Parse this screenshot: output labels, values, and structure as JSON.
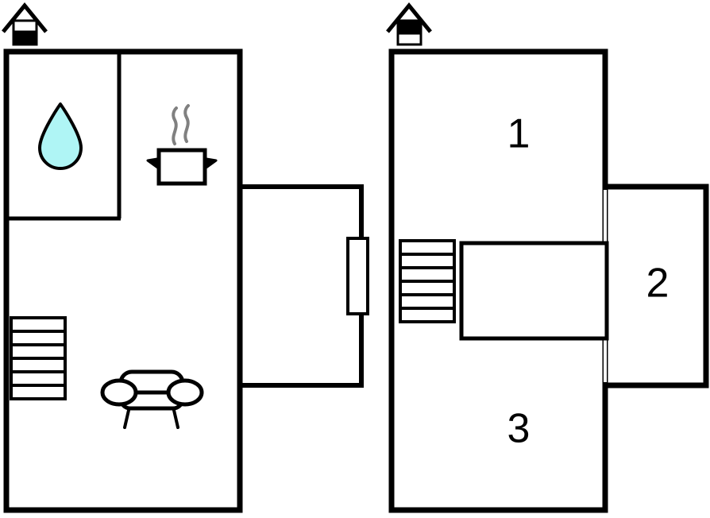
{
  "document": {
    "type": "floor-plan",
    "title": "Two-storey holiday home floor plan",
    "sheet_width": 894,
    "sheet_height": 652,
    "background_color": "#ffffff",
    "wall_color": "#000000",
    "steam_color": "#808080",
    "water_drop_color": "#AFF5F5"
  },
  "floors": [
    {
      "id": "ground-floor",
      "name": "Ground floor",
      "level_icon": {
        "name": "house-level-icon-lower",
        "description": "house outline with lower half filled black",
        "filled_half": "bottom"
      },
      "rooms": [
        {
          "id": "bathroom",
          "label": "",
          "icon": "water-drop-icon",
          "icon_meaning": "bathroom"
        },
        {
          "id": "kitchen",
          "label": "",
          "icon": "cooking-pot-icon",
          "icon_meaning": "kitchen"
        },
        {
          "id": "living-room",
          "label": "",
          "icon": "sofa-icon",
          "icon_meaning": "living room"
        },
        {
          "id": "terrace",
          "label": "",
          "icon": "door-icon",
          "icon_meaning": "terrace with entrance door"
        }
      ],
      "features": [
        {
          "name": "staircase",
          "steps": 6
        },
        {
          "name": "entrance-door",
          "count": 1
        }
      ]
    },
    {
      "id": "upper-floor",
      "name": "Upper floor",
      "level_icon": {
        "name": "house-level-icon-upper",
        "description": "house outline with upper half filled black",
        "filled_half": "top"
      },
      "rooms": [
        {
          "id": "room-1",
          "label": "1"
        },
        {
          "id": "room-2",
          "label": "2"
        },
        {
          "id": "room-3",
          "label": "3"
        }
      ],
      "features": [
        {
          "name": "staircase",
          "steps": 6
        },
        {
          "name": "hallway-partition",
          "count": 1
        }
      ]
    }
  ],
  "labels": {
    "room_1": "1",
    "room_2": "2",
    "room_3": "3"
  }
}
